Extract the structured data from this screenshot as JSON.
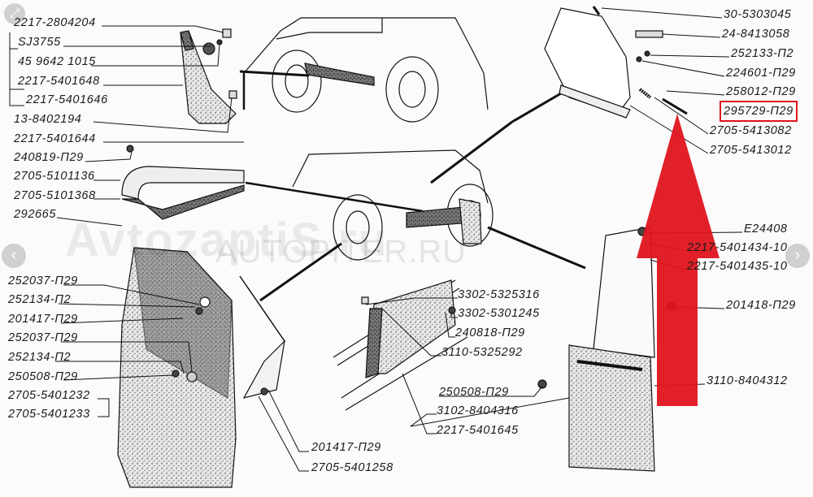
{
  "watermarks": {
    "primary": "AvtozaptiS.ru",
    "secondary": "AUTOPITER.RU"
  },
  "navigation": {
    "expand_icon": "expand-icon",
    "prev": "‹",
    "next": "›"
  },
  "highlight_color": "#e0141e",
  "labels": {
    "l1": "2217-2804204",
    "l2": "SJ3755",
    "l3": "45 9642 1015",
    "l4": "2217-5401648",
    "l5": "2217-5401646",
    "l6": "13-8402194",
    "l7": "2217-5401644",
    "l8": "240819-П29",
    "l9": "2705-5101136",
    "l10": "2705-5101368",
    "l11": "292665",
    "b1": "252037-П29",
    "b2": "252134-П2",
    "b3": "201417-П29",
    "b4": "252037-П29",
    "b5": "252134-П2",
    "b6": "250508-П29",
    "b7": "2705-5401232",
    "b8": "2705-5401233",
    "c1": "201417-П29",
    "c2": "2705-5401258",
    "m1": "3302-5325316",
    "m2": "3302-5301245",
    "m3": "240818-П29",
    "m4": "3110-5325292",
    "m5": "250508-П29",
    "m6": "3102-8404316",
    "m7": "2217-5401645",
    "r1": "30-5303045",
    "r2": "24-8413058",
    "r3": "252133-П2",
    "r4": "224601-П29",
    "r5": "258012-П29",
    "r6": "295729-П29",
    "r7": "2705-5413082",
    "r8": "2705-5413012",
    "r9": "E24408",
    "r10": "2217-5401434-10",
    "r11": "2217-5401435-10",
    "r12": "201418-П29",
    "r13": "3110-8404312"
  }
}
